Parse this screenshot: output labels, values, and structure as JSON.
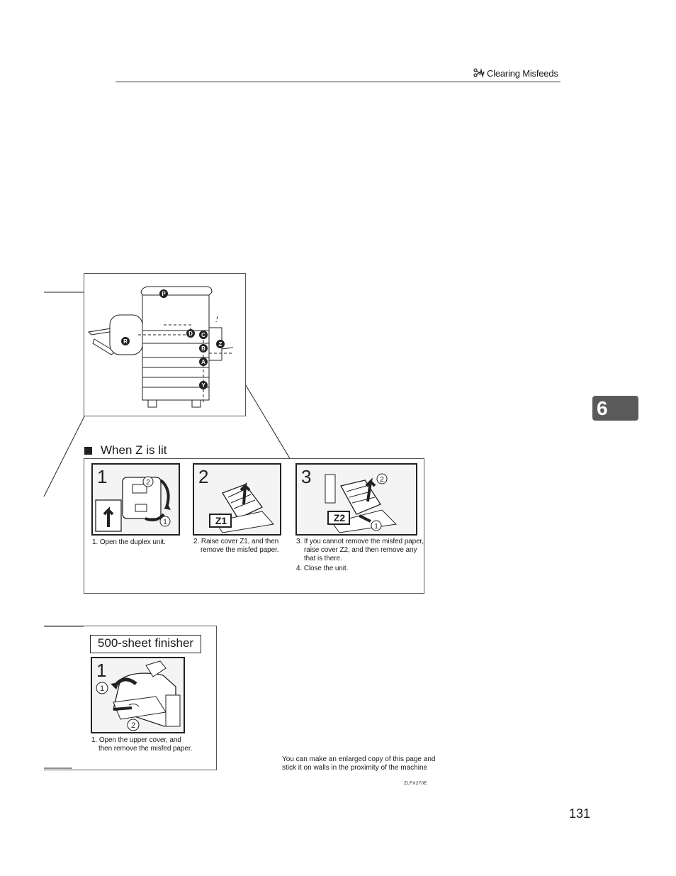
{
  "header": {
    "icon": "scissors-wave-icon",
    "title": "Clearing Misfeeds"
  },
  "chapter_tab": {
    "label": "6"
  },
  "machine_diagram": {
    "markers": [
      "P",
      "D",
      "C",
      "B",
      "A",
      "Y",
      "R",
      "Z"
    ]
  },
  "section_z": {
    "title": "When Z is lit",
    "panels": [
      {
        "number": "1",
        "circled": [
          "2",
          "1"
        ],
        "label": ""
      },
      {
        "number": "2",
        "circled": [],
        "label": "Z1"
      },
      {
        "number": "3",
        "circled": [
          "2",
          "1"
        ],
        "label": "Z2"
      }
    ],
    "captions": {
      "step1": "1. Open the duplex unit.",
      "step2_line1": "2. Raise cover Z1, and then",
      "step2_line2": "remove the misfed paper.",
      "step3_line1": "3. If you cannot remove the misfed paper,",
      "step3_line2": "raise cover Z2, and then remove any",
      "step3_line3": "that is there.",
      "step4": "4. Close the unit."
    }
  },
  "finisher": {
    "title": "500-sheet finisher",
    "panel_number": "1",
    "circled": [
      "1",
      "2"
    ],
    "caption_line1": "1. Open the upper cover, and",
    "caption_line2": "then remove the misfed paper."
  },
  "note": {
    "line1": "You can make an enlarged copy of this page and",
    "line2": "stick it on walls in the proximity of the machine"
  },
  "code": "ZLFX270E",
  "page_number": "131",
  "colors": {
    "ink": "#1a1a1a",
    "tab": "#5a5a5a",
    "panel_bg": "#f4f4f4"
  }
}
